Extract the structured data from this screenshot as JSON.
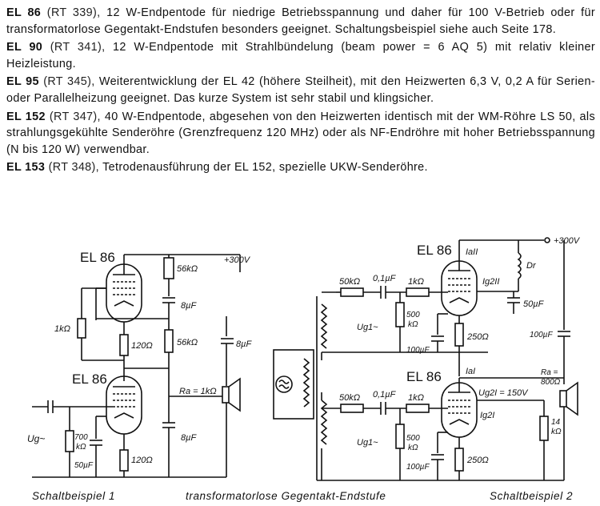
{
  "paragraphs": [
    {
      "code": "EL 86",
      "ref": "(RT 339),",
      "text": " 12 W-Endpentode für niedrige Betriebsspannung und daher für 100 V-Betrieb oder für transformatorlose Gegentakt-Endstufen besonders geeignet. Schaltungsbeispiel siehe auch Seite 178."
    },
    {
      "code": "EL 90",
      "ref": "(RT 341),",
      "text": " 12 W-Endpentode mit Strahlbündelung (beam power = 6 AQ 5) mit relativ kleiner Heizleistung."
    },
    {
      "code": "EL 95",
      "ref": "(RT 345),",
      "text": " Weiterentwicklung der EL 42 (höhere Steilheit), mit den Heizwerten 6,3 V, 0,2 A für Serien- oder Parallelheizung geeignet. Das kurze System ist sehr stabil und klingsicher."
    },
    {
      "code": "EL 152",
      "ref": "(RT 347),",
      "text": " 40 W-Endpentode, abgesehen von den Heizwerten identisch mit der WM-Röhre LS 50, als strahlungsgekühlte Senderöhre (Grenzfrequenz 120 MHz) oder als NF-Endröhre mit hoher Betriebsspannung (N bis 120 W) verwendbar."
    },
    {
      "code": "EL 153",
      "ref": "(RT 348),",
      "text": " Tetrodenausführung der EL 152, spezielle UKW-Senderöhre."
    }
  ],
  "captions": {
    "left": "Schaltbeispiel 1",
    "center": "transformatorlose Gegentakt-Endstufe",
    "right": "Schaltbeispiel 2"
  },
  "circuit1": {
    "tube_top": "EL 86",
    "tube_bottom": "EL 86",
    "r_56k_top": "56kΩ",
    "supply": "+300V",
    "c_8uf_top": "8µF",
    "r_1k": "1kΩ",
    "r_120_top": "120Ω",
    "r_56k_mid": "56kΩ",
    "c_8uf_right": "8µF",
    "ra": "Ra = 1kΩ",
    "c_8uf_bottom": "8µF",
    "ug": "Ug~",
    "r_700k": "700",
    "r_700k_unit": "kΩ",
    "c_50uf": "50µF",
    "r_120_bottom": "120Ω"
  },
  "circuit2": {
    "tube_top": "EL 86",
    "tube_bottom": "EL 86",
    "supply": "+300V",
    "ia2": "IaII",
    "ig22": "Ig2II",
    "dr": "Dr",
    "c_50uf": "50µF",
    "r_50k_top": "50kΩ",
    "c_01_top": "0,1µF",
    "r_1k_top": "1kΩ",
    "ug1_top": "Ug1~",
    "r_500k_top": "500",
    "r_500k_top_unit": "kΩ",
    "c_100_top": "100µF",
    "r_250_top": "250Ω",
    "c_100_right": "100µF",
    "ra": "Ra =",
    "ra_val": "800Ω",
    "ia1": "IaI",
    "ug2": "Ug2I = 150V",
    "ig21": "Ig2I",
    "r_50k_bot": "50kΩ",
    "c_01_bot": "0,1µF",
    "r_1k_bot": "1kΩ",
    "r_14k": "14",
    "r_14k_unit": "kΩ",
    "ug1_bot": "Ug1~",
    "r_500k_bot": "500",
    "r_500k_bot_unit": "kΩ",
    "c_100_bot": "100µF",
    "r_250_bot": "250Ω"
  }
}
